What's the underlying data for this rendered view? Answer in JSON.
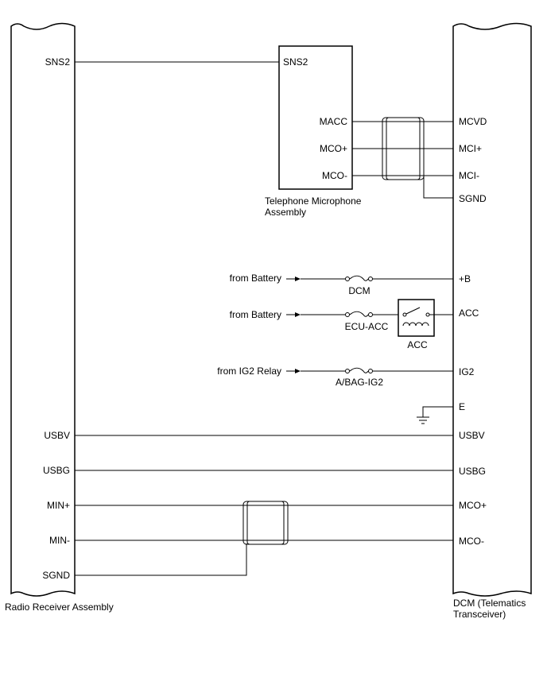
{
  "left_component": {
    "name": "Radio Receiver Assembly",
    "pins": [
      "SNS2",
      "USBV",
      "USBG",
      "MIN+",
      "MIN-",
      "SGND"
    ]
  },
  "right_component": {
    "name_line1": "DCM (Telematics",
    "name_line2": "Transceiver)",
    "pins": [
      "MCVD",
      "MCI+",
      "MCI-",
      "SGND",
      "+B",
      "ACC",
      "IG2",
      "E",
      "USBV",
      "USBG",
      "MCO+",
      "MCO-"
    ]
  },
  "microphone": {
    "name_line1": "Telephone Microphone",
    "name_line2": "Assembly",
    "pins": [
      "SNS2",
      "MACC",
      "MCO+",
      "MCO-"
    ]
  },
  "sources": [
    "from Battery",
    "from Battery",
    "from IG2 Relay"
  ],
  "fuses": [
    "DCM",
    "ECU-ACC",
    "A/BAG-IG2"
  ],
  "relay": "ACC"
}
